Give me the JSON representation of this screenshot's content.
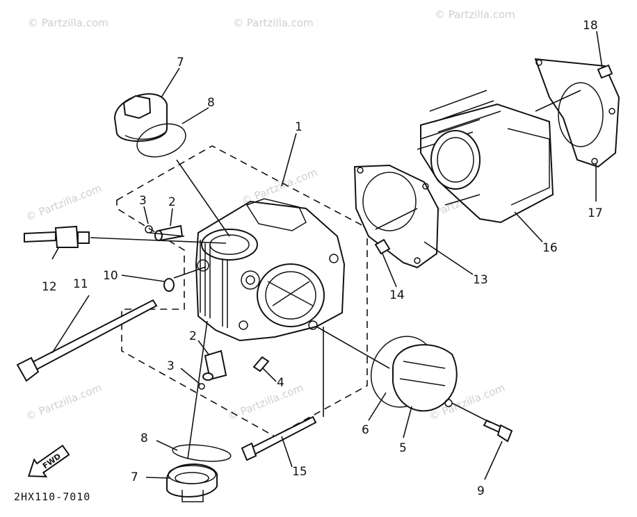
{
  "diagram": {
    "watermark": "© Partzilla.com",
    "drawing_code": "2HX110-7010",
    "fwd_label": "FWD",
    "callouts": {
      "c1": "1",
      "c2a": "2",
      "c2b": "2",
      "c3a": "3",
      "c3b": "3",
      "c4": "4",
      "c5": "5",
      "c6": "6",
      "c7a": "7",
      "c7b": "7",
      "c8a": "8",
      "c8b": "8",
      "c9": "9",
      "c10": "10",
      "c11": "11",
      "c12": "12",
      "c13": "13",
      "c14": "14",
      "c15": "15",
      "c16": "16",
      "c17": "17",
      "c18": "18"
    }
  }
}
